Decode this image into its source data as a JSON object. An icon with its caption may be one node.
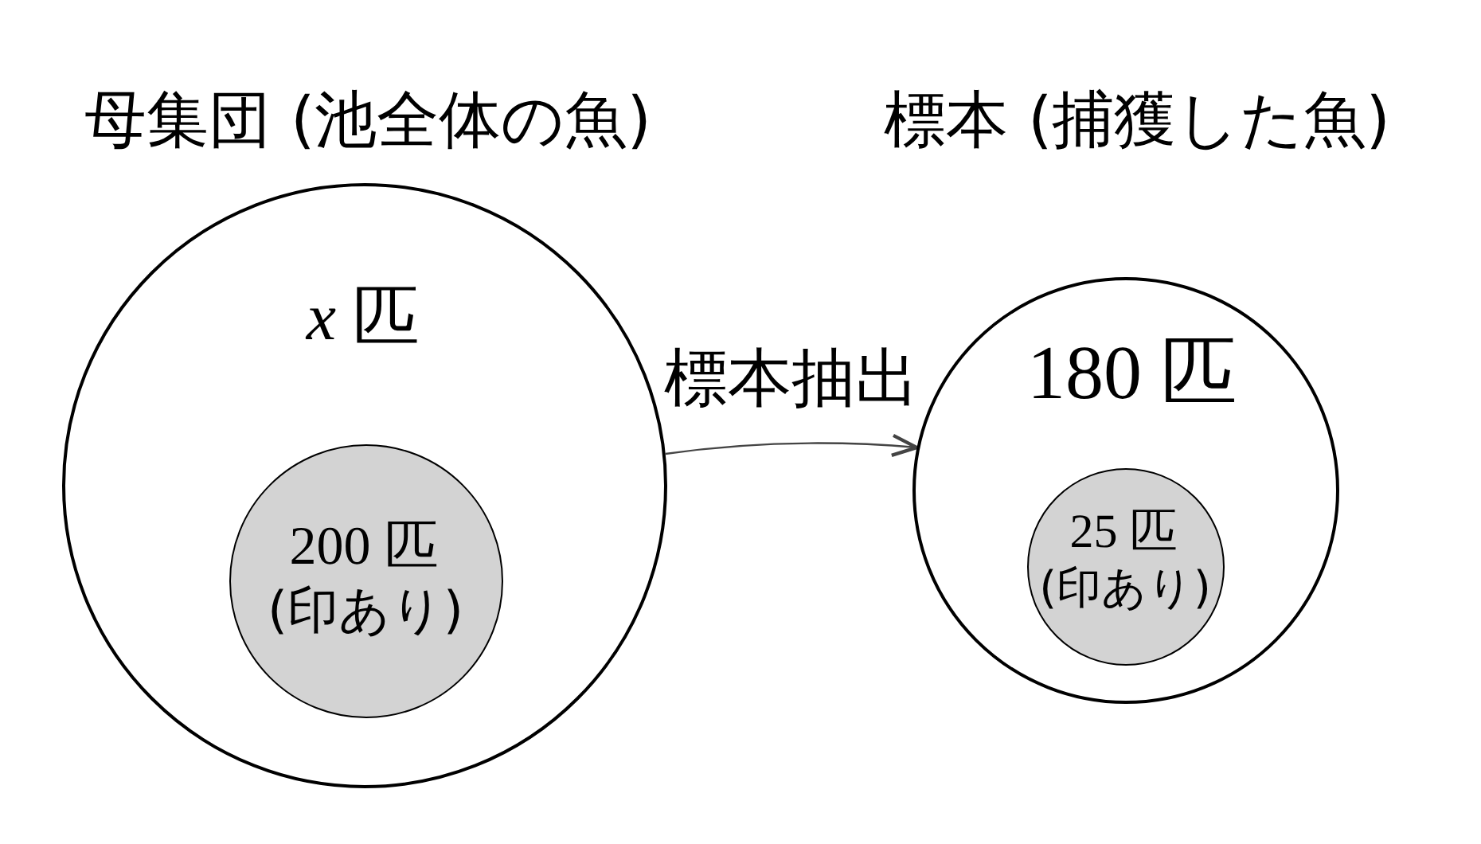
{
  "diagram": {
    "nodes": [
      {
        "text": [
          "母集団 (池全体の魚)",
          "*x* 匹"
        ]
      },
      {
        "text": [
          "200 匹",
          "(印あり)"
        ],
        "in": 0
      },
      {
        "text": [
          "標本 (捕獲した魚)",
          "180 匹"
        ]
      },
      {
        "text": [
          "25 匹",
          "(印あり)"
        ],
        "in": 2
      }
    ],
    "edges": [
      {
        "from": 0,
        "to": 2,
        "arrow": "to",
        "label": "標本抽出"
      }
    ]
  }
}
